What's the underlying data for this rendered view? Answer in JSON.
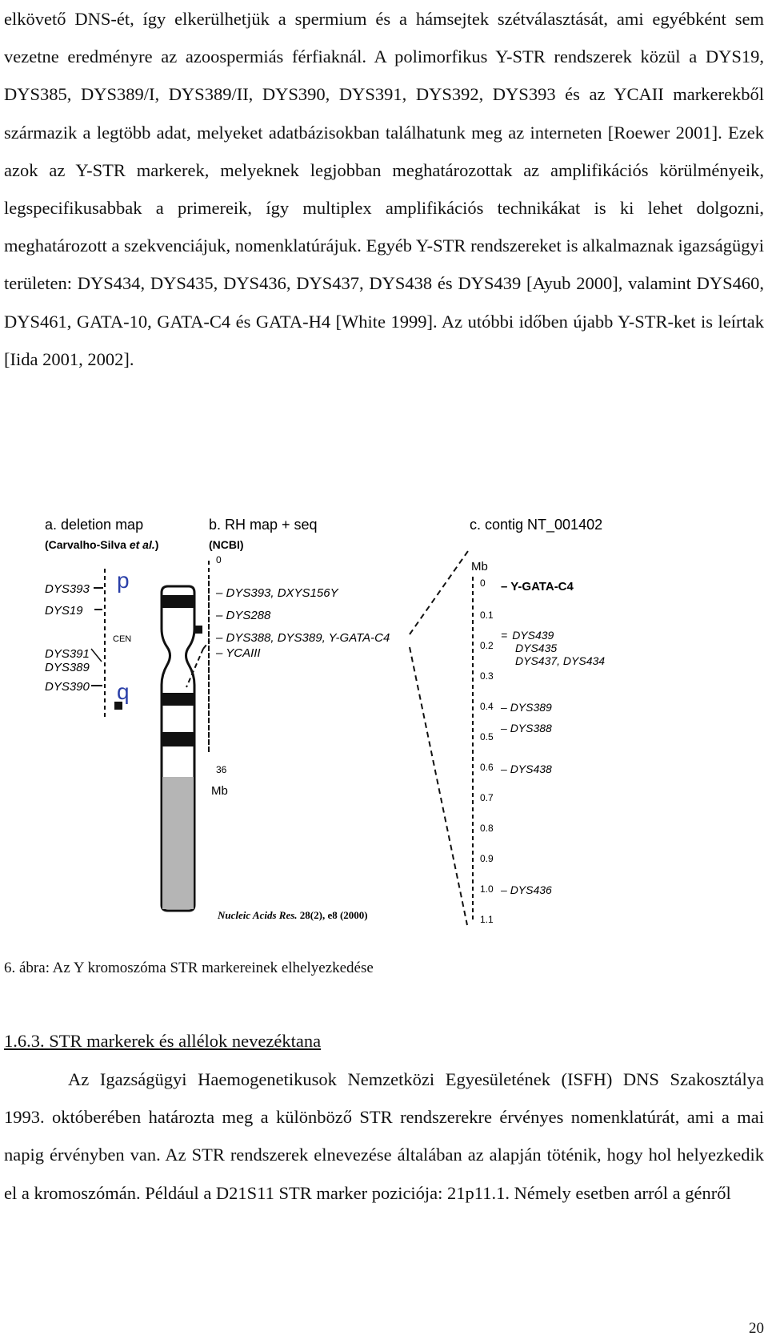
{
  "paragraph1": "elkövető DNS-ét, így elkerülhetjük a spermium és a hámsejtek szétválasztását, ami egyébként sem vezetne eredményre az azoospermiás férfiaknál. A polimorfikus Y-STR rendszerek közül a DYS19, DYS385, DYS389/I, DYS389/II, DYS390, DYS391, DYS392, DYS393 és az YCAII markerekből származik a legtöbb adat, melyeket adatbázisokban találhatunk meg az interneten [Roewer 2001]. Ezek azok az Y-STR markerek, melyeknek legjobban meghatározottak az amplifikációs körülményeik, legspecifikusabbak a primereik, így multiplex amplifikációs technikákat is ki lehet dolgozni, meghatározott a szekvenciájuk, nomenklatúrájuk. Egyéb Y-STR rendszereket is alkalmaznak igazságügyi területen: DYS434, DYS435, DYS436, DYS437, DYS438 és DYS439 [Ayub 2000], valamint DYS460, DYS461, GATA-10, GATA-C4 és GATA-H4 [White 1999]. Az utóbbi időben újabb Y-STR-ket is leírtak [Iida 2001, 2002].",
  "figure": {
    "panel_a": {
      "title": "a. deletion map",
      "source_prefix": "(Carvalho-Silva ",
      "source_italic": "et al.",
      "source_suffix": ")",
      "markers": [
        "DYS393",
        "DYS19",
        "DYS391",
        "DYS389",
        "DYS390"
      ],
      "arm_p": "p",
      "arm_q": "q",
      "centromere": "CEN"
    },
    "panel_b": {
      "title": "b. RH map + seq",
      "source": "(NCBI)",
      "scale_top": "0",
      "scale_bottom": "36",
      "scale_unit": "Mb",
      "markers": [
        "DYS393, DXYS156Y",
        "DYS288",
        "DYS388, DYS389, Y-GATA-C4",
        "YCAIII"
      ]
    },
    "panel_c": {
      "title": "c. contig NT_001402",
      "unit": "Mb",
      "ticks": [
        "0",
        "0.1",
        "0.2",
        "0.3",
        "0.4",
        "0.5",
        "0.6",
        "0.7",
        "0.8",
        "0.9",
        "1.0",
        "1.1"
      ],
      "first_marker": "Y-GATA-C4",
      "markers": [
        "DYS439",
        "DYS435",
        "DYS437, DYS434",
        "DYS389",
        "DYS388",
        "DYS438",
        "DYS436"
      ]
    },
    "citation_journal": "Nucleic Acids Res.",
    "citation_rest": " 28(2), e8 (2000)"
  },
  "caption": "6. ábra: Az Y kromoszóma STR markereinek elhelyezkedése",
  "section_heading": "1.6.3. STR markerek és allélok nevezéktana",
  "paragraph2": "Az Igazságügyi Haemogenetikusok Nemzetközi Egyesületének (ISFH) DNS Szakosztálya 1993. októberében határozta meg a különböző STR rendszerekre érvényes nomenklatúrát, ami a mai napig érvényben van. Az STR rendszerek elnevezése általában az alapján töténik, hogy hol helyezkedik el a kromoszómán. Például a D21S11 STR marker poziciója: 21p11.1. Némely esetben arról a génről",
  "page_number": "20",
  "colors": {
    "text": "#111111",
    "arm_label": "#2a3fa8",
    "band": "#111111",
    "shaded": "#b5b5b5"
  }
}
